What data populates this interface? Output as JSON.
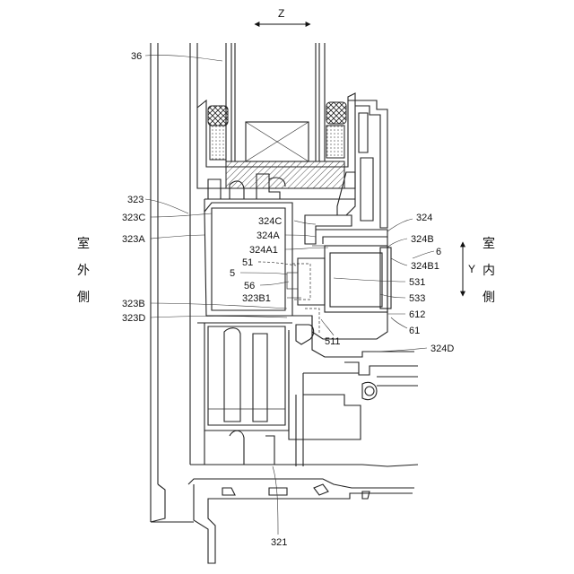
{
  "axes": {
    "z_label": "Z",
    "y_label": "Y"
  },
  "side_labels": {
    "outdoor": [
      "室",
      "外",
      "側"
    ],
    "indoor": [
      "室",
      "内",
      "側"
    ]
  },
  "ref_labels": {
    "l36": "36",
    "l323": "323",
    "l323C": "323C",
    "l323A": "323A",
    "l323B": "323B",
    "l323D": "323D",
    "l324": "324",
    "l324C": "324C",
    "l324A": "324A",
    "l324A1": "324A1",
    "l51": "51",
    "l5": "5",
    "l56": "56",
    "l323B1": "323B1",
    "l324B": "324B",
    "l6": "6",
    "l324B1": "324B1",
    "l531": "531",
    "l533": "533",
    "l612": "612",
    "l61": "61",
    "l511": "511",
    "l324D": "324D",
    "l321": "321"
  }
}
